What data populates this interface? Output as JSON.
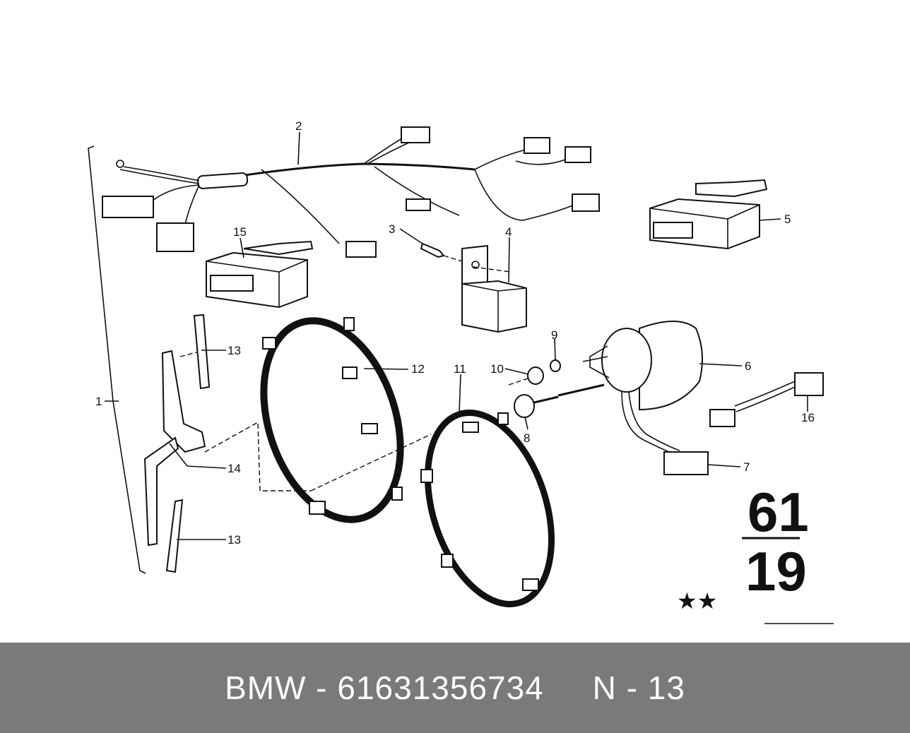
{
  "diagram": {
    "callouts": [
      "1",
      "2",
      "3",
      "4",
      "5",
      "6",
      "7",
      "8",
      "9",
      "10",
      "11",
      "12",
      "13",
      "13",
      "14",
      "15",
      "16"
    ],
    "group_top": "61",
    "group_bottom": "19",
    "stars": "★★"
  },
  "footer": {
    "text": "BMW - 61631356734     N - 13"
  }
}
